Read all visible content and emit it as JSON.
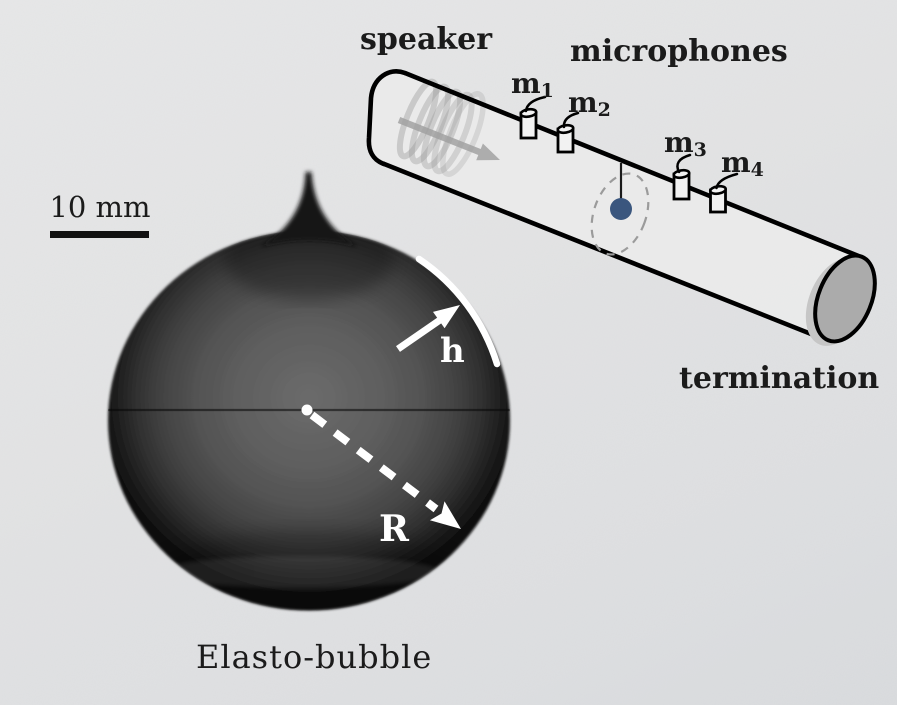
{
  "figure": {
    "photo": {
      "scale_bar_label": "10 mm",
      "caption": "Elasto-bubble",
      "shell_thickness_label": "h",
      "radius_label": "R"
    },
    "schematic": {
      "speaker_label": "speaker",
      "microphones_label": "microphones",
      "termination_label": "termination",
      "mics": [
        {
          "base": "m",
          "sub": "1"
        },
        {
          "base": "m",
          "sub": "2"
        },
        {
          "base": "m",
          "sub": "3"
        },
        {
          "base": "m",
          "sub": "4"
        }
      ]
    },
    "colors": {
      "bubble_marker": "#3a567e",
      "annotation_white": "#ffffff",
      "outline_black": "#000000",
      "termination_fill": "#ababab",
      "background_gray": "#e2e3e5"
    }
  }
}
